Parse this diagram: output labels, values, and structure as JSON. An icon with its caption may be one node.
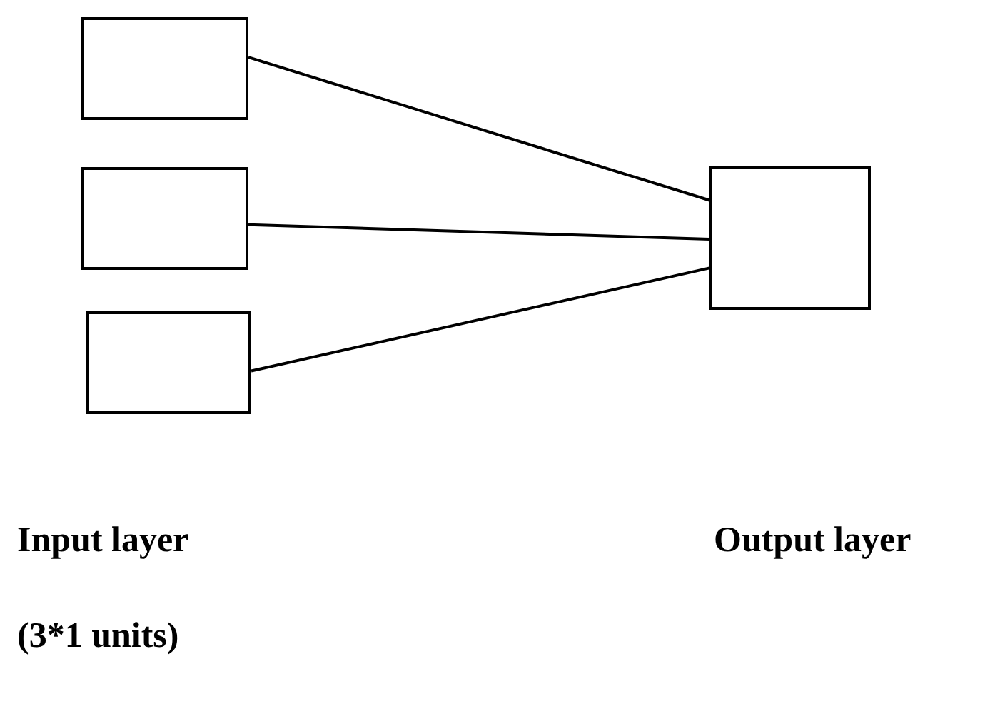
{
  "diagram": {
    "nodes": [
      {
        "text": [],
        "shape": "box"
      },
      {
        "text": [],
        "shape": "box"
      },
      {
        "text": [],
        "shape": "box"
      },
      {
        "text": [],
        "shape": "box"
      }
    ],
    "edges": [
      {
        "from": 0,
        "to": 3,
        "arrow": "none"
      },
      {
        "from": 1,
        "to": 3,
        "arrow": "none"
      },
      {
        "from": 2,
        "to": 3,
        "arrow": "none"
      }
    ],
    "labels": [
      "Input layer",
      "Output layer",
      "(3*1 units)"
    ]
  }
}
